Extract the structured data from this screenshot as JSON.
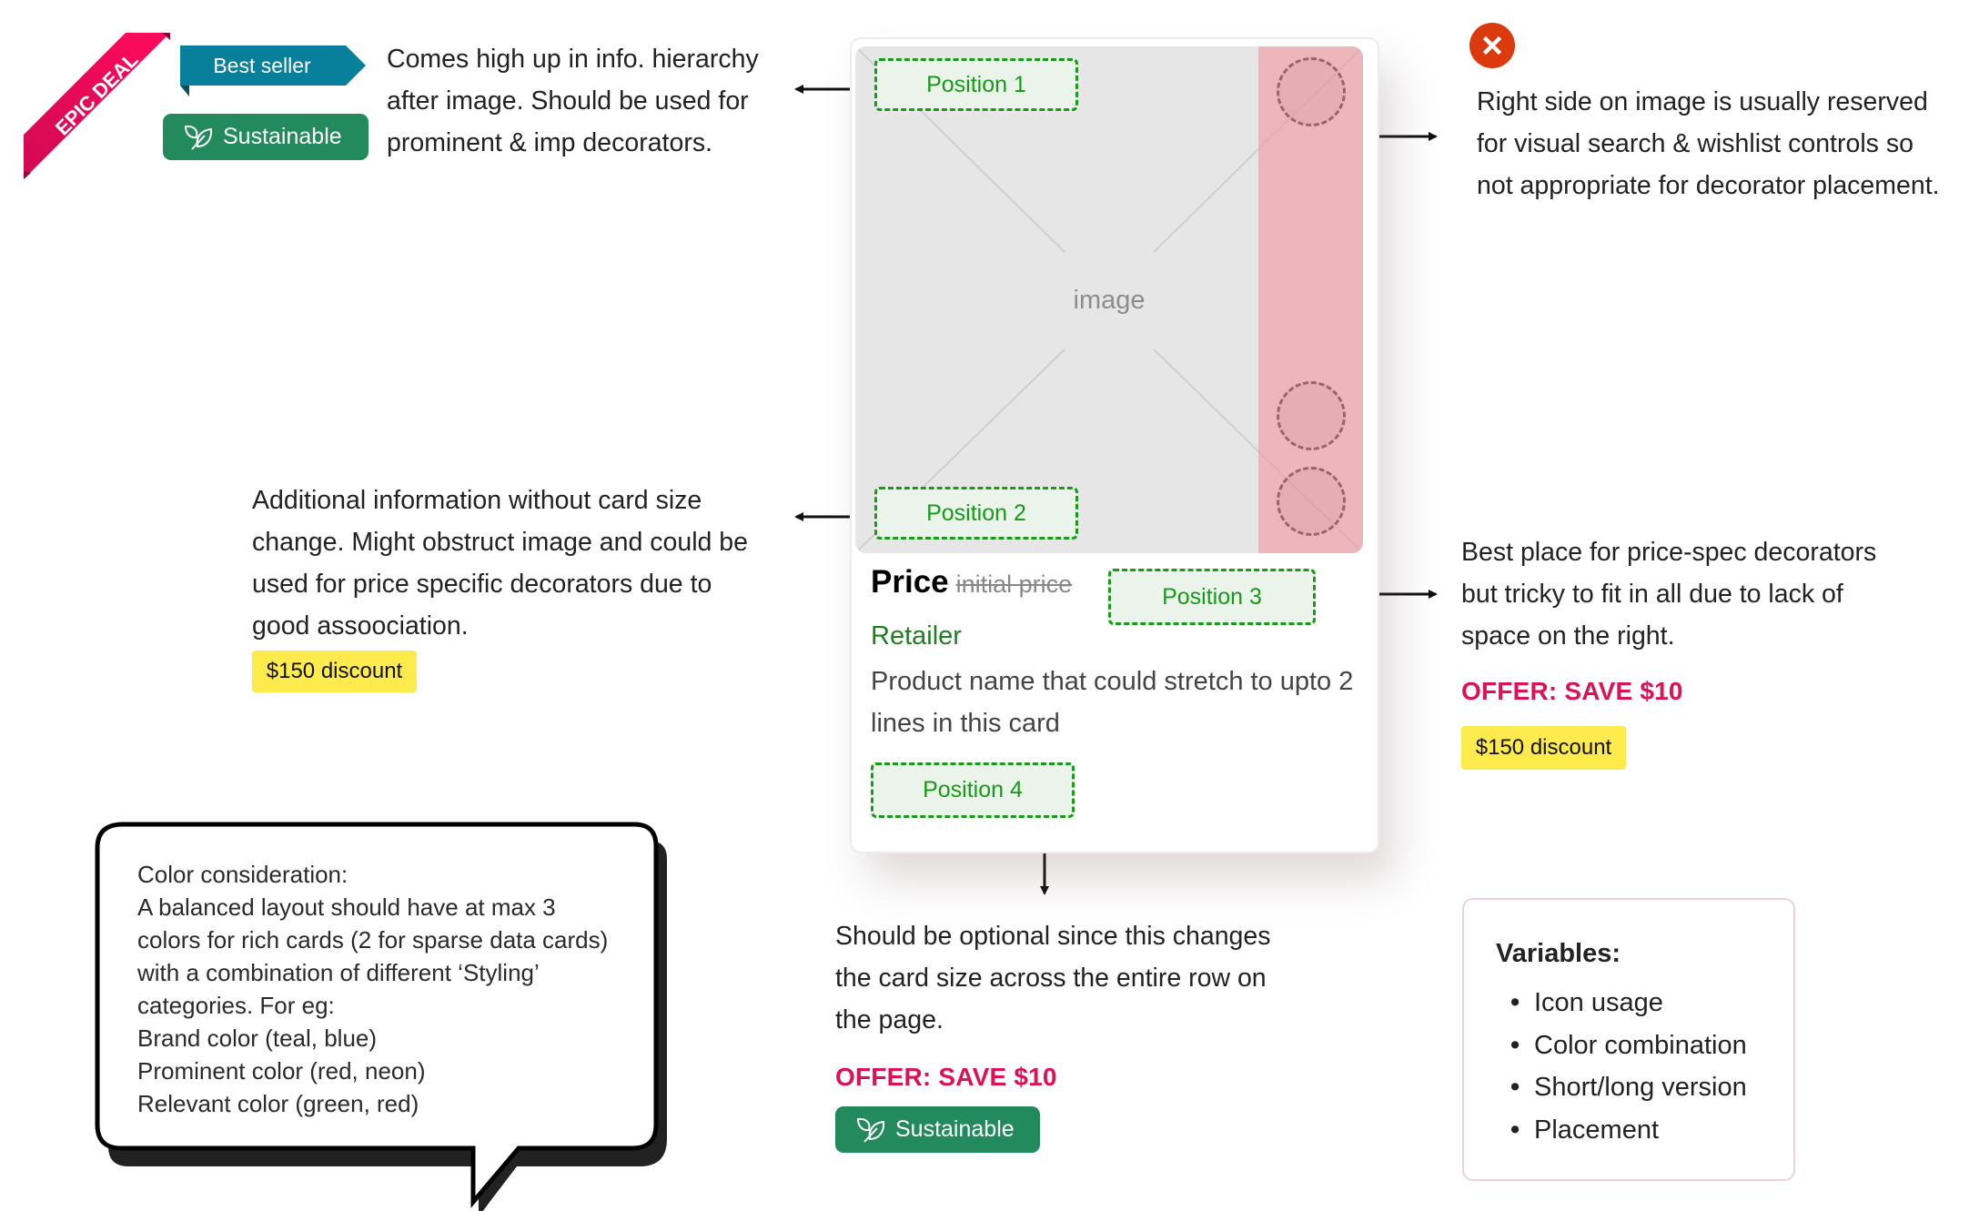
{
  "ribbons": {
    "epic_deal": "EPIC DEAL",
    "best_seller": "Best seller",
    "sustainable": "Sustainable"
  },
  "notes": {
    "position1": [
      "Comes high up in info. hierarchy",
      "after image. Should be used for",
      "prominent & imp decorators."
    ],
    "right_side": [
      "Right side on image is usually reserved",
      "for visual search & wishlist controls so",
      "not appropriate for decorator placement."
    ],
    "position2": [
      "Additional information without card size",
      "change. Might obstruct image and could be",
      "used for price specific decorators due to",
      "good assoociation."
    ],
    "position3": [
      "Best place for price-spec decorators",
      "but tricky to fit in all due to lack of",
      "space on the right."
    ],
    "position4": [
      "Should be optional since this changes",
      "the card size across the entire row on",
      "the page."
    ]
  },
  "badges": {
    "discount": "$150 discount",
    "offer": "OFFER: SAVE $10",
    "sustainable": "Sustainable"
  },
  "card": {
    "image_label": "image",
    "price": "Price",
    "initial_price": "initial price",
    "retailer": "Retailer",
    "product_name": "Product name that could stretch to upto 2 lines in this card",
    "positions": [
      "Position 1",
      "Position 2",
      "Position 3",
      "Position 4"
    ]
  },
  "bubble": {
    "lines": [
      "Color consideration:",
      "A balanced layout should have at max 3",
      "colors for rich cards (2 for sparse data cards)",
      "with a combination of different ‘Styling’",
      "categories. For eg:",
      "Brand color (teal, blue)",
      "Prominent color (red, neon)",
      "Relevant color (green, red)"
    ]
  },
  "variables": {
    "title": "Variables:",
    "items": [
      "Icon usage",
      "Color combination",
      "Short/long version",
      "Placement"
    ]
  },
  "icons": {
    "not_allowed": "close-circle-icon",
    "leaf": "leaf-icon",
    "arrow": "arrow-icon"
  },
  "colors": {
    "teal": "#087f9b",
    "green": "#238a5e",
    "pink": "#f0075a",
    "offer_red": "#dc1157",
    "yellow": "#fdeb4e",
    "position_green": "#179a17",
    "error_red": "#db3a0e"
  }
}
